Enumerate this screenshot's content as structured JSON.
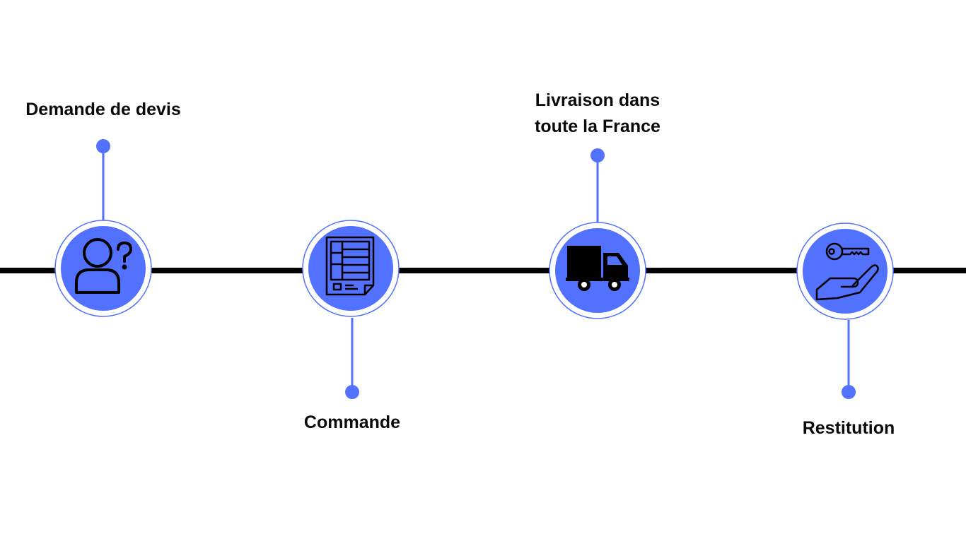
{
  "colors": {
    "accent": "#5271ff",
    "line": "#000000",
    "background": "#ffffff",
    "icon_stroke": "#000000"
  },
  "steps": [
    {
      "label": "Demande de devis",
      "icon": "user-question-icon",
      "label_position": "top"
    },
    {
      "label": "Commande",
      "icon": "order-form-icon",
      "label_position": "bottom"
    },
    {
      "label": "Livraison dans\ntoute la France",
      "icon": "delivery-truck-icon",
      "label_position": "top"
    },
    {
      "label": "Restitution",
      "icon": "key-in-hand-icon",
      "label_position": "bottom"
    }
  ]
}
